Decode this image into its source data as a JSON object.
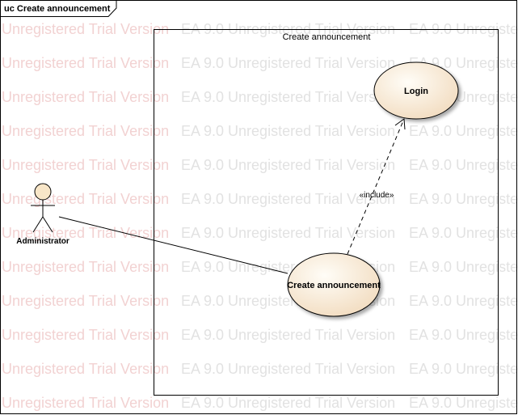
{
  "frame": {
    "title": "uc Create announcement"
  },
  "boundary": {
    "title": "Create announcement"
  },
  "actor": {
    "name": "Administrator"
  },
  "usecases": {
    "login": {
      "label": "Login"
    },
    "create": {
      "label": "Create announcement"
    }
  },
  "relationship": {
    "stereotype": "«include»"
  },
  "watermark": {
    "segments": [
      "Unregistered Trial Version",
      "EA 9.0 Unregistered Trial Version",
      "EA 9.0 Unregistered Trial Version",
      "EA 9.0 Unregistered Trial Version",
      "EA 9.0 Unregistered Trial Version"
    ]
  },
  "colors": {
    "usecase_fill_light": "#fffdf7",
    "usecase_fill_dark": "#f2dcc0",
    "actor_fill": "#f8e6c8"
  }
}
